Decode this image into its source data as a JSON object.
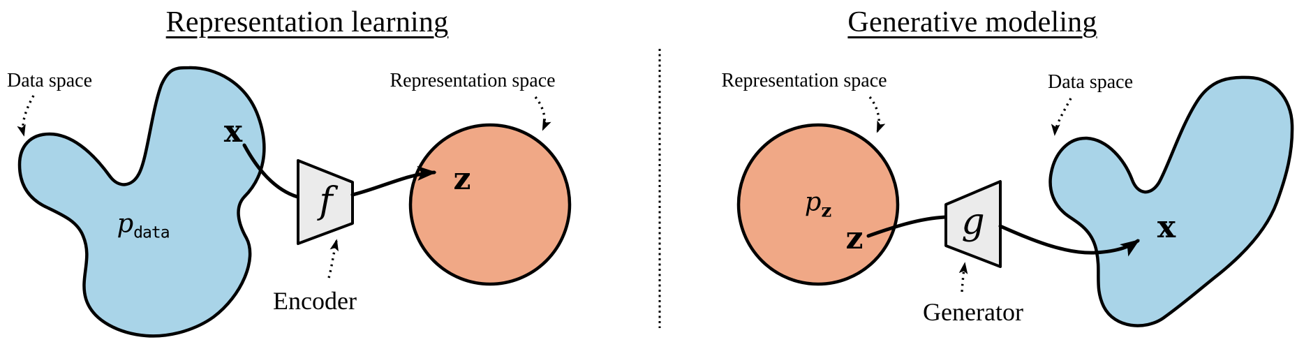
{
  "left_panel": {
    "title": "Representation learning",
    "data_space_label": "Data space",
    "representation_space_label": "Representation space",
    "distribution": {
      "main": "p",
      "sub": "data"
    },
    "sample_x": "x",
    "sample_z": "z",
    "map_symbol": "f",
    "map_name": "Encoder"
  },
  "right_panel": {
    "title": "Generative modeling",
    "representation_space_label": "Representation space",
    "data_space_label": "Data space",
    "distribution": {
      "main": "p",
      "sub": "z"
    },
    "sample_z": "z",
    "sample_x": "x",
    "map_symbol": "g",
    "map_name": "Generator"
  },
  "colors": {
    "data_space_fill": "#a9d4e8",
    "representation_space_fill": "#f0a886",
    "map_fill": "#ebebeb",
    "stroke": "#000000"
  }
}
